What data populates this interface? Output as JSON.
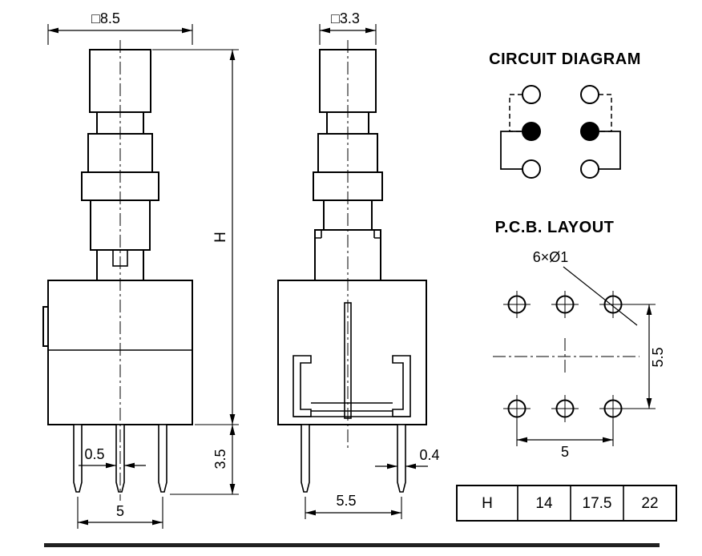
{
  "front_view": {
    "dim_width": "□8.5",
    "dim_height": "H",
    "dim_pin_length": "3.5",
    "dim_pin_width": "0.5",
    "dim_pin_pitch": "5"
  },
  "side_view": {
    "dim_width": "□3.3",
    "dim_pin_pitch": "5.5",
    "dim_pin_thickness": "0.4"
  },
  "circuit_diagram": {
    "title": "CIRCUIT DIAGRAM"
  },
  "pcb_layout": {
    "title": "P.C.B. LAYOUT",
    "hole_callout": "6×Ø1",
    "dim_row_pitch": "5.5",
    "dim_col_pitch": "5"
  },
  "height_table": {
    "header": "H",
    "values": [
      "14",
      "17.5",
      "22"
    ]
  }
}
